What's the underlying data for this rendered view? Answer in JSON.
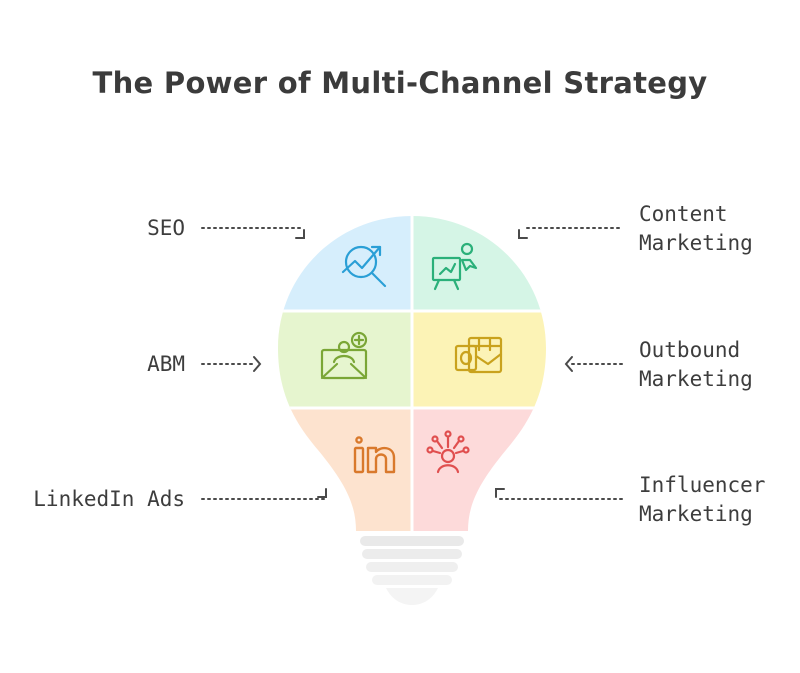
{
  "title": "The Power of Multi-Channel Strategy",
  "channels": {
    "seo": {
      "label": "SEO",
      "color": "#d6eefc",
      "icon": "analytics-magnifier-icon",
      "icon_color": "#2a9fd6"
    },
    "content": {
      "label_line1": "Content",
      "label_line2": "Marketing",
      "color": "#d5f5e6",
      "icon": "presentation-easel-icon",
      "icon_color": "#2bb07a"
    },
    "abm": {
      "label": "ABM",
      "color": "#e6f5cf",
      "icon": "envelope-add-contact-icon",
      "icon_color": "#7aa636"
    },
    "outbound": {
      "label_line1": "Outbound",
      "label_line2": "Marketing",
      "color": "#fcf3b6",
      "icon": "outlook-mail-icon",
      "icon_color": "#c9a21d"
    },
    "linkedin": {
      "label": "LinkedIn Ads",
      "color": "#fde3cf",
      "icon": "linkedin-icon",
      "icon_color": "#d9792c"
    },
    "influencer": {
      "label_line1": "Influencer",
      "label_line2": "Marketing",
      "color": "#fddada",
      "icon": "influencer-network-icon",
      "icon_color": "#e04f4f"
    }
  },
  "bulb_base_color": "#e6e6e6"
}
